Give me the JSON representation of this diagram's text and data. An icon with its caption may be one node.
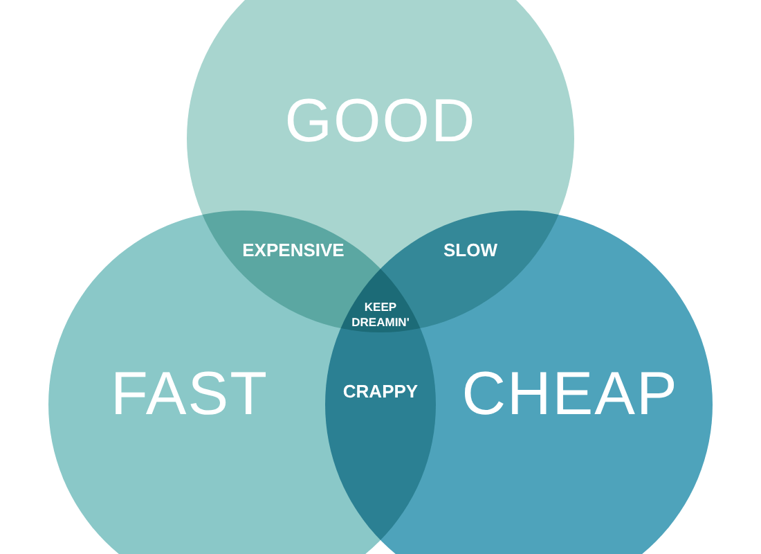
{
  "diagram": {
    "nodes": [
      {
        "text": [
          "GOOD"
        ]
      },
      {
        "text": [
          "FAST"
        ]
      },
      {
        "text": [
          "CHEAP"
        ]
      }
    ],
    "labels": [
      "EXPENSIVE",
      "SLOW",
      "KEEP DREAMIN'",
      "CRAPPY"
    ]
  }
}
